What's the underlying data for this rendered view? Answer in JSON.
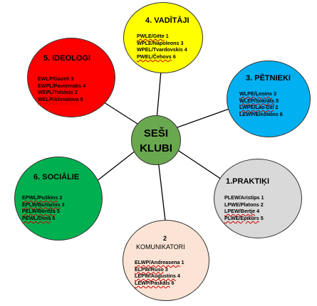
{
  "center": {
    "line1": "SEŠI",
    "line2": "KLUBI"
  },
  "clubs": {
    "vaditaji": {
      "title": "4. VADĪTĀJI",
      "items": [
        "PWLE/Gēte",
        "WPLE/Napoleons",
        "WPEL/Tvardovskis",
        "PWEL/Čehovs"
      ]
    },
    "ideologi": {
      "title": "5. IDEOLOGI",
      "items": [
        "EWLP/Gazeti",
        "EWPL/Pasternaks",
        "WEPL/Tolstojs",
        "WELP/Ahmatova"
      ]
    },
    "petnieki": {
      "title": "3. PĒTNIEKI",
      "items": [
        "WLPE/Ļeņins",
        "WLEP/Sokrāts",
        "LWPE/Lao-Dzī",
        "LEWP/Einšteins"
      ]
    },
    "sociale": {
      "title": "6. SOCIĀLIE",
      "items": [
        "EPWL/Puškins",
        "EPLW/Buharins",
        "PELW/Bordža",
        "PEWL/Dimā"
      ]
    },
    "praktiki": {
      "title": "1.PRAKTIĶI",
      "items": [
        "PLEW/Aristips",
        "LPWE/Platons",
        "LPEW/Bertje",
        "PLWE/Epikūrs"
      ]
    },
    "komunikatori": {
      "title_line1": "2",
      "title_line2": "KOMUNIKATORI",
      "items": [
        "ELWP/Andreasena",
        "ELPW/Ruso",
        "LEPW/Augustins",
        "LEWP/Paskāls"
      ]
    }
  },
  "numbers": {
    "vaditaji": [
      "1",
      "3",
      "4",
      "6"
    ],
    "ideologi": [
      "3",
      "4",
      "2",
      "5"
    ],
    "petnieki": [
      "3",
      "5",
      "2",
      "6"
    ],
    "sociale": [
      "2",
      "3",
      "5",
      "6"
    ],
    "praktiki": [
      "1",
      "2",
      "4",
      "5"
    ],
    "komunikatori": [
      "1",
      "3",
      "4",
      "6"
    ]
  },
  "colors": {
    "center": "#6aa84f",
    "vaditaji": "#ffff00",
    "ideologi": "#ff0000",
    "petnieki": "#00b0f0",
    "sociale": "#00b050",
    "praktiki": "#d9d9d9",
    "komunikatori": "#fbe4d5",
    "spoke": "#000000"
  }
}
